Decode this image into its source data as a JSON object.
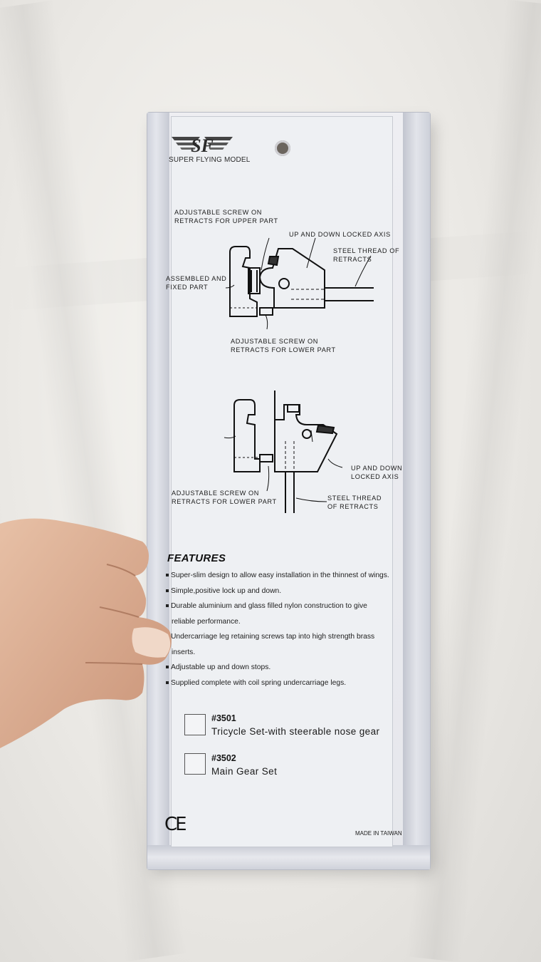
{
  "brand": {
    "name": "SUPER FLYING MODEL",
    "logo": "SF"
  },
  "diagram_top": {
    "label_upper_screw": [
      "ADJUSTABLE SCREW ON",
      "RETRACTS FOR UPPER PART"
    ],
    "label_locked_axis": "UP AND DOWN LOCKED AXIS",
    "label_steel_thread": [
      "STEEL THREAD OF",
      "RETRACTS"
    ],
    "label_assembled": [
      "ASSEMBLED AND",
      "FIXED PART"
    ],
    "label_lower_screw": [
      "ADJUSTABLE SCREW ON",
      "RETRACTS FOR LOWER PART"
    ]
  },
  "diagram_bottom": {
    "label_locked_axis": [
      "UP AND DOWN",
      "LOCKED AXIS"
    ],
    "label_lower_screw": [
      "ADJUSTABLE SCREW ON",
      "RETRACTS FOR LOWER PART"
    ],
    "label_steel_thread": [
      "STEEL THREAD",
      "OF RETRACTS"
    ]
  },
  "features": {
    "title": "FEATURES",
    "items": [
      [
        "Super-slim design to allow easy installation in the thinnest of wings."
      ],
      [
        "Simple,positive lock up and down."
      ],
      [
        "Durable aluminium and glass filled nylon construction to give",
        "reliable performance."
      ],
      [
        "Undercarriage leg retaining screws tap into high strength brass",
        "inserts."
      ],
      [
        "Adjustable up and down stops."
      ],
      [
        "Supplied complete with coil spring undercarriage legs."
      ]
    ]
  },
  "options": [
    {
      "code": "#3501",
      "desc": "Tricycle  Set-with  steerable  nose  gear"
    },
    {
      "code": "#3502",
      "desc": "Main  Gear  Set"
    }
  ],
  "footer": {
    "ce": "CE",
    "made_in": "MADE IN TAIWAN"
  }
}
